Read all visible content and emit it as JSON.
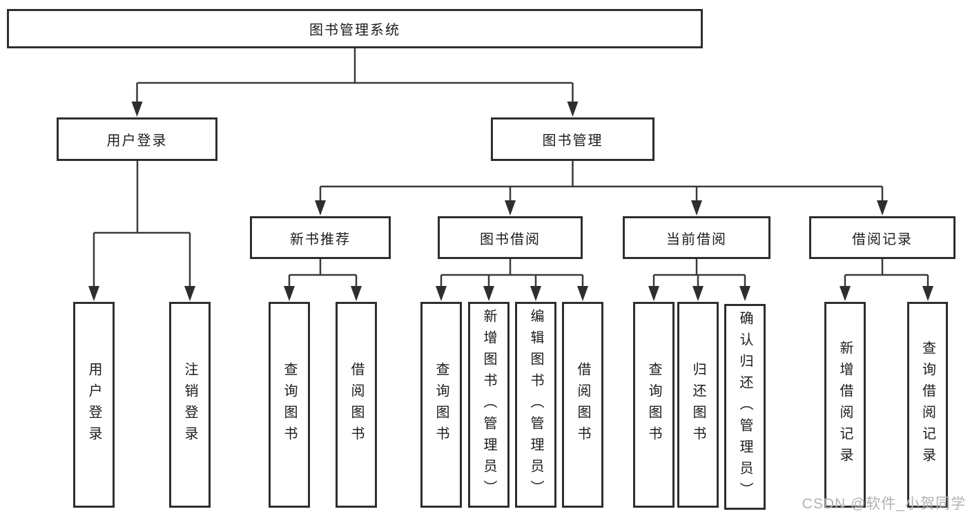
{
  "diagram": {
    "title": "图书管理系统",
    "branches": [
      {
        "label": "用户登录",
        "children": [
          "用户登录",
          "注销登录"
        ]
      },
      {
        "label": "图书管理",
        "groups": [
          {
            "label": "新书推荐",
            "children": [
              "查询图书",
              "借阅图书"
            ]
          },
          {
            "label": "图书借阅",
            "children": [
              "查询图书",
              "新增图书（管理员）",
              "编辑图书（管理员）",
              "借阅图书"
            ]
          },
          {
            "label": "当前借阅",
            "children": [
              "查询图书",
              "归还图书",
              "确认归还（管理员）"
            ]
          },
          {
            "label": "借阅记录",
            "children": [
              "新增借阅记录",
              "查询借阅记录"
            ]
          }
        ]
      }
    ]
  },
  "colors": {
    "line": "#3a3a3a",
    "border": "#2e2e2e",
    "text": "#1c1c1c",
    "watermark": "#aeaaa7"
  },
  "watermark": {
    "text": "CSDN @软件_小贺同学"
  }
}
